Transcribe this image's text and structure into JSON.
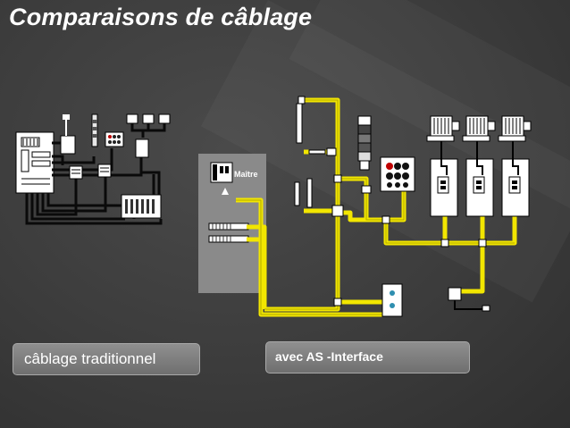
{
  "title": "Comparaisons de câblage",
  "diagram": {
    "master_label": "Maître"
  },
  "labels": {
    "traditional": "câblage traditionnel",
    "asi": "avec AS -Interface"
  },
  "colors": {
    "background": "#3c3c3c",
    "as_interface_cable": "#f2e600",
    "traditional_cable": "#111111",
    "label_box": "#7f7f7f"
  }
}
